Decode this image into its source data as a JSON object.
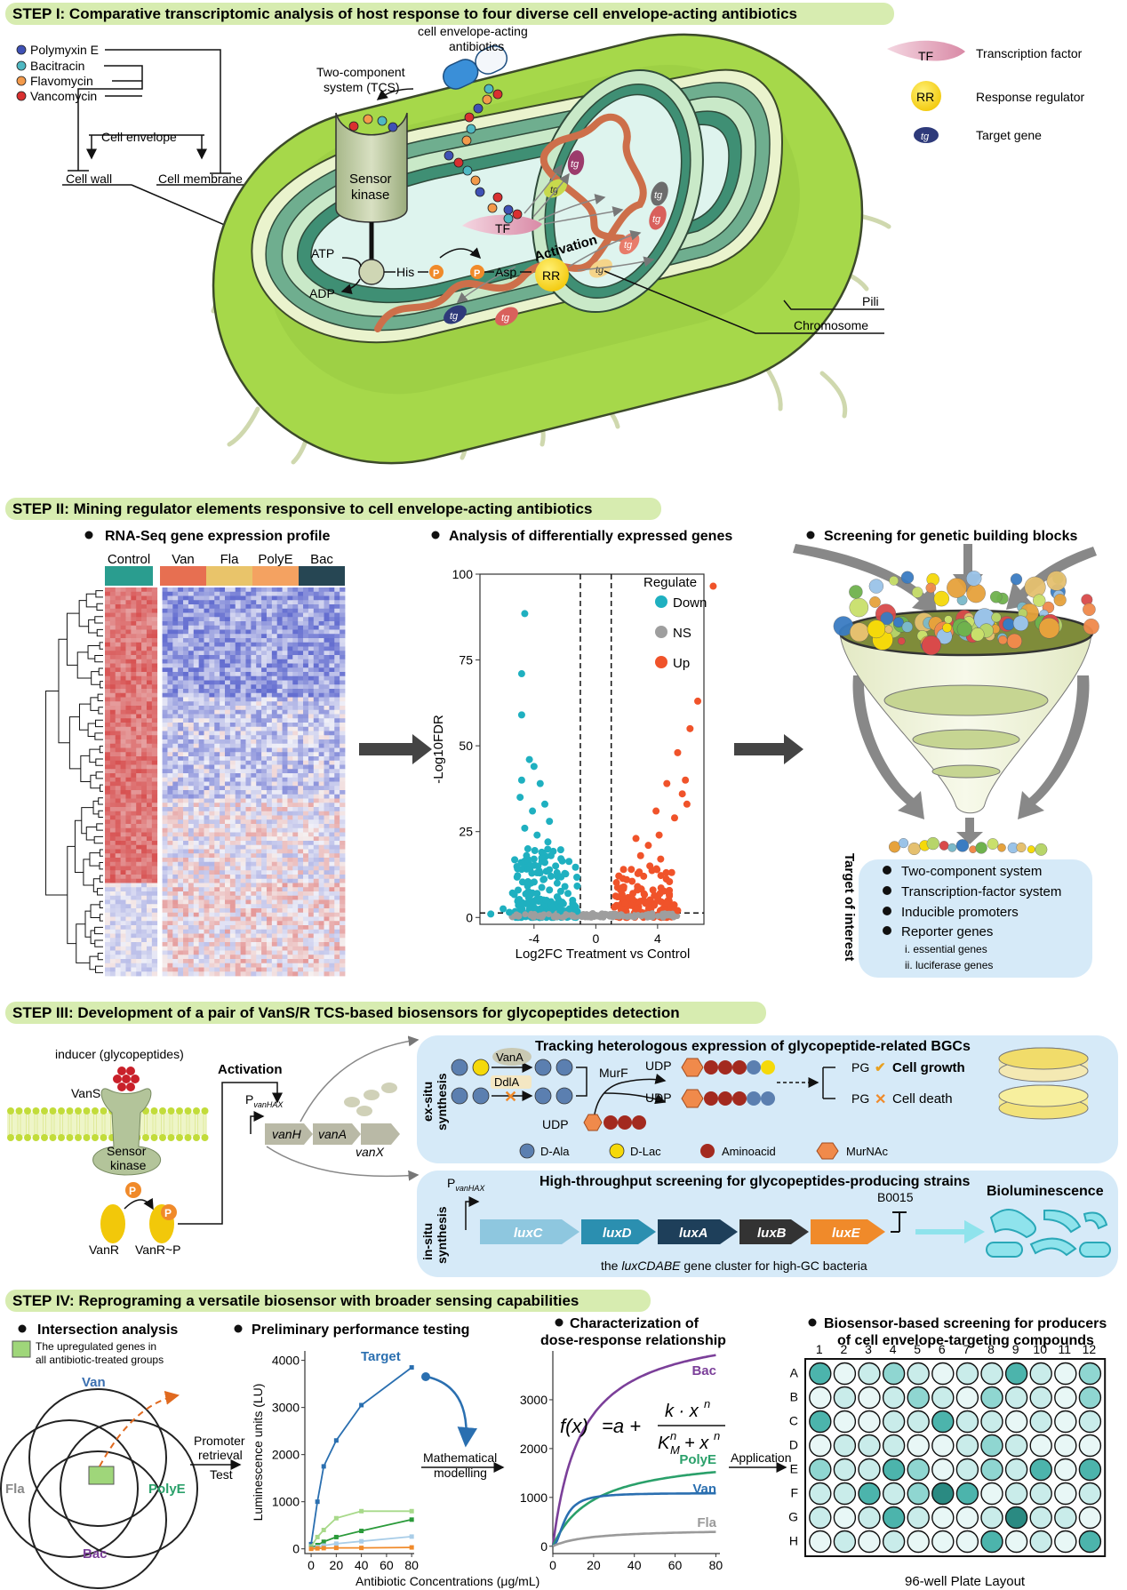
{
  "step1": {
    "title": "STEP I: Comparative transcriptomic analysis of host response to four diverse cell envelope-acting antibiotics",
    "antibiotics": [
      {
        "name": "Polymyxin E",
        "color": "#3f51b5"
      },
      {
        "name": "Bacitracin",
        "color": "#4fb8c2"
      },
      {
        "name": "Flavomycin",
        "color": "#f39a4b"
      },
      {
        "name": "Vancomycin",
        "color": "#d93030"
      }
    ],
    "cell_envelope": "Cell envelope",
    "cell_wall": "Cell wall",
    "cell_membrane": "Cell membrane",
    "tcs": "Two-component system (TCS)",
    "tcs_l1": "Two-component",
    "tcs_l2": "system (TCS)",
    "drug_l1": "cell envelope-acting",
    "drug_l2": "antibiotics",
    "sensor_l1": "Sensor",
    "sensor_l2": "kinase",
    "atp": "ATP",
    "adp": "ADP",
    "his": "His",
    "asp": "Asp",
    "p": "P",
    "rr": "RR",
    "tf": "TF",
    "tg": "tg",
    "activation": "Activation",
    "pili": "Pili",
    "chromosome": "Chromosome",
    "legend": [
      {
        "symbol": "TF",
        "label": "Transcription factor"
      },
      {
        "symbol": "RR",
        "label": "Response regulator"
      },
      {
        "symbol": "tg",
        "label": "Target gene"
      }
    ]
  },
  "step2": {
    "title": "STEP II: Mining regulator elements responsive to cell envelope-acting antibiotics",
    "heatmap": {
      "heading": "RNA-Seq gene expression profile",
      "groups": [
        {
          "label": "Control",
          "color": "#2a9d8f"
        },
        {
          "label": "Van",
          "color": "#e76f51"
        },
        {
          "label": "Fla",
          "color": "#e9c46a"
        },
        {
          "label": "PolyE",
          "color": "#f4a261"
        },
        {
          "label": "Bac",
          "color": "#264653"
        }
      ]
    },
    "volcano": {
      "heading": "Analysis of differentially expressed genes",
      "xlabel": "Log2FC Treatment vs Control",
      "ylabel": "-Log10FDR",
      "legend_title": "Regulate",
      "legend": [
        {
          "label": "Down",
          "color": "#1fb0c0"
        },
        {
          "label": "NS",
          "color": "#9e9e9e"
        },
        {
          "label": "Up",
          "color": "#f0532a"
        }
      ]
    },
    "screen": {
      "heading": "Screening for genetic building blocks",
      "target_label": "Target of interest",
      "items": [
        "Two-component system",
        "Transcription-factor system",
        "Inducible promoters",
        "Reporter genes"
      ],
      "subitems": [
        "i. essential genes",
        "ii. luciferase genes"
      ]
    }
  },
  "step3": {
    "title": "STEP III: Development of a pair of VanS/R TCS-based biosensors for glycopeptides detection",
    "inducer": "inducer (glycopeptides)",
    "vans": "VanS",
    "sensor_l1": "Sensor",
    "sensor_l2": "kinase",
    "vanr": "VanR",
    "vanrp": "VanR~P",
    "p": "P",
    "activation": "Activation",
    "promoter": "P",
    "promoter_sub": "vanHAX",
    "genes": [
      "vanH",
      "vanA",
      "vanX"
    ],
    "exsitu_l1": "ex-situ",
    "exsitu_l2": "synthesis",
    "insitu_l1": "in-situ",
    "insitu_l2": "synthesis",
    "track_title": "Tracking heterologous expression of glycopeptide-related BGCs",
    "vana": "VanA",
    "ddla": "DdlA",
    "murf": "MurF",
    "udp": "UDP",
    "pg": "PG",
    "growth": "Cell growth",
    "death": "Cell death",
    "legend": [
      {
        "label": "D-Ala",
        "color": "#5b7fb0"
      },
      {
        "label": "D-Lac",
        "color": "#f5d90a"
      },
      {
        "label": "Aminoacid",
        "color": "#a32a1f"
      },
      {
        "label": "MurNAc",
        "color": "#f08a4b"
      }
    ],
    "hts_title": "High-throughput screening for glycopeptides-producing strains",
    "lux_genes": [
      {
        "label": "luxC",
        "color": "#8ec7df"
      },
      {
        "label": "luxD",
        "color": "#2b8fb0"
      },
      {
        "label": "luxA",
        "color": "#1e3f5a"
      },
      {
        "label": "luxB",
        "color": "#333333"
      },
      {
        "label": "luxE",
        "color": "#f08a2a"
      }
    ],
    "terminator": "B0015",
    "bioluminescence": "Bioluminescence",
    "cluster_pre": "the ",
    "cluster_gene": "luxCDABE",
    "cluster_post": " gene cluster for high-GC bacteria"
  },
  "step4": {
    "title": "STEP IV: Reprograming a versatile biosensor with broader sensing capabilities",
    "venn": {
      "heading": "Intersection analysis",
      "legend_l1": "The upregulated genes in",
      "legend_l2": "all antibiotic-treated groups",
      "sets": [
        {
          "label": "Van",
          "color": "#3a6fb0"
        },
        {
          "label": "Fla",
          "color": "#888888"
        },
        {
          "label": "PolyE",
          "color": "#2aa06a"
        },
        {
          "label": "Bac",
          "color": "#7b3f99"
        }
      ],
      "arrow_l1": "Promoter",
      "arrow_l2": "retrieval",
      "arrow_l3": "Test"
    },
    "perf": {
      "heading": "Preliminary performance testing",
      "ylabel": "Luminescence units (LU)",
      "target": "Target",
      "arrow_l1": "Mathematical",
      "arrow_l2": "modelling"
    },
    "dose": {
      "heading_l1": "Characterization of",
      "heading_l2": "dose-response relationship",
      "xlabel": "Antibiotic Concentrations (μg/mL)",
      "arrow": "Application"
    },
    "plate": {
      "heading_l1": "Biosensor-based screening for producers",
      "heading_l2": "of cell envelope-targeting compounds",
      "cols": [
        "1",
        "2",
        "3",
        "4",
        "5",
        "6",
        "7",
        "8",
        "9",
        "10",
        "11",
        "12"
      ],
      "rows": [
        "A",
        "B",
        "C",
        "D",
        "E",
        "F",
        "G",
        "H"
      ],
      "footer": "96-well Plate Layout",
      "levels": [
        [
          3,
          0,
          1,
          2,
          1,
          0,
          1,
          1,
          3,
          1,
          0,
          2
        ],
        [
          0,
          1,
          0,
          1,
          2,
          1,
          0,
          2,
          1,
          1,
          0,
          2
        ],
        [
          3,
          0,
          0,
          1,
          1,
          3,
          1,
          1,
          0,
          1,
          0,
          1
        ],
        [
          0,
          1,
          1,
          1,
          0,
          0,
          1,
          2,
          1,
          0,
          0,
          0
        ],
        [
          2,
          1,
          1,
          3,
          2,
          0,
          1,
          2,
          1,
          3,
          0,
          3
        ],
        [
          1,
          1,
          3,
          1,
          2,
          4,
          3,
          0,
          1,
          1,
          0,
          1
        ],
        [
          1,
          0,
          1,
          3,
          1,
          0,
          0,
          1,
          4,
          1,
          1,
          0
        ],
        [
          0,
          1,
          0,
          1,
          0,
          0,
          0,
          3,
          0,
          1,
          0,
          3
        ]
      ]
    }
  },
  "chart_data": [
    {
      "type": "scatter",
      "title": "Analysis of differentially expressed genes",
      "xlabel": "Log2FC Treatment vs Control",
      "ylabel": "-Log10FDR",
      "xlim": [
        -7.5,
        7
      ],
      "ylim": [
        -2,
        100
      ],
      "xticks": [
        -4,
        0,
        4
      ],
      "yticks": [
        0,
        25,
        50,
        75,
        100
      ],
      "thresholds": {
        "x": [
          -1,
          1
        ],
        "y": 1.3
      },
      "series": [
        {
          "name": "Down",
          "points": [
            [
              -4.6,
              88.5
            ],
            [
              -4.8,
              71
            ],
            [
              -4.8,
              59
            ],
            [
              -4.3,
              46
            ],
            [
              -4.0,
              44
            ],
            [
              -4.8,
              40
            ],
            [
              -3.6,
              39
            ],
            [
              -4.9,
              35
            ],
            [
              -3.3,
              33
            ],
            [
              -4.1,
              31
            ],
            [
              -3.0,
              28
            ],
            [
              -4.6,
              26
            ],
            [
              -3.8,
              24
            ],
            [
              -3.1,
              22
            ],
            [
              -4.4,
              20
            ],
            [
              -3.5,
              19
            ],
            [
              -2.9,
              18
            ],
            [
              -4.0,
              17
            ],
            [
              -3.3,
              16
            ],
            [
              -2.6,
              15
            ],
            [
              -4.8,
              14
            ],
            [
              -3.8,
              13
            ],
            [
              -2.9,
              12
            ],
            [
              -3.4,
              11
            ],
            [
              -2.5,
              10
            ],
            [
              -4.2,
              10
            ],
            [
              -2.0,
              9
            ],
            [
              -3.0,
              8
            ],
            [
              -1.8,
              7
            ],
            [
              -3.8,
              7
            ],
            [
              -2.5,
              6
            ],
            [
              -1.5,
              5
            ],
            [
              -3.2,
              5
            ],
            [
              -2.1,
              4
            ],
            [
              -4.5,
              4
            ],
            [
              -1.3,
              3
            ],
            [
              -2.8,
              3
            ],
            [
              -1.7,
              2.5
            ],
            [
              -3.6,
              2.5
            ],
            [
              -6.0,
              2.5
            ],
            [
              -5.6,
              1.5
            ],
            [
              -6.8,
              1
            ],
            [
              -2.3,
              1.8
            ],
            [
              -1.2,
              1.8
            ]
          ]
        },
        {
          "name": "NS",
          "points": [
            [
              -0.9,
              0.3
            ],
            [
              -0.6,
              0.8
            ],
            [
              -0.3,
              0.1
            ],
            [
              0,
              0.6
            ],
            [
              0.3,
              0.2
            ],
            [
              0.6,
              0.9
            ],
            [
              0.9,
              0.4
            ],
            [
              -0.5,
              0.2
            ],
            [
              0.4,
              1.0
            ],
            [
              -0.2,
              1.1
            ],
            [
              0.2,
              0.5
            ],
            [
              1.5,
              0.4
            ],
            [
              -1.5,
              0.5
            ],
            [
              2.5,
              0.2
            ],
            [
              -2.5,
              0.3
            ],
            [
              3.5,
              0.3
            ],
            [
              -3.5,
              0.2
            ],
            [
              5.0,
              0.4
            ],
            [
              -5.0,
              0.4
            ]
          ]
        },
        {
          "name": "Up",
          "points": [
            [
              7.6,
              96.5
            ],
            [
              6.6,
              63
            ],
            [
              6.1,
              55
            ],
            [
              5.3,
              48
            ],
            [
              5.8,
              40
            ],
            [
              4.6,
              39
            ],
            [
              5.6,
              36
            ],
            [
              5.9,
              33
            ],
            [
              3.9,
              31
            ],
            [
              5.1,
              29
            ],
            [
              4.1,
              24
            ],
            [
              2.6,
              23
            ],
            [
              3.4,
              21
            ],
            [
              2.9,
              18
            ],
            [
              4.2,
              17
            ],
            [
              3.5,
              15
            ],
            [
              2.3,
              14
            ],
            [
              3.1,
              12
            ],
            [
              2.0,
              11
            ],
            [
              2.7,
              9
            ],
            [
              1.6,
              8
            ],
            [
              3.7,
              8
            ],
            [
              2.4,
              7
            ],
            [
              1.4,
              6
            ],
            [
              3.1,
              5
            ],
            [
              1.9,
              4
            ],
            [
              4.6,
              4
            ],
            [
              1.2,
              3
            ],
            [
              2.6,
              2.5
            ],
            [
              5.3,
              2
            ]
          ]
        }
      ]
    },
    {
      "type": "line",
      "title": "Preliminary performance testing",
      "xlabel": "Antibiotic Concentrations (μg/mL)",
      "ylabel": "Luminescence units (LU)",
      "xlim": [
        -5,
        82
      ],
      "ylim": [
        -100,
        4200
      ],
      "xticks": [
        0,
        20,
        40,
        60,
        80
      ],
      "yticks": [
        0,
        1000,
        2000,
        3000,
        4000
      ],
      "x": [
        0,
        5,
        10,
        20,
        40,
        80
      ],
      "series": [
        {
          "name": "Target",
          "color": "#2a6fb0",
          "values": [
            100,
            1000,
            1750,
            2300,
            3050,
            3850
          ]
        },
        {
          "name": "",
          "color": "#a8d98a",
          "values": [
            50,
            250,
            400,
            650,
            800,
            800
          ]
        },
        {
          "name": "",
          "color": "#2a9a3a",
          "values": [
            20,
            80,
            150,
            250,
            380,
            620
          ]
        },
        {
          "name": "",
          "color": "#a9cde8",
          "values": [
            10,
            40,
            70,
            110,
            160,
            260
          ]
        },
        {
          "name": "",
          "color": "#f08a2a",
          "values": [
            0,
            10,
            15,
            20,
            20,
            30
          ]
        }
      ]
    },
    {
      "type": "line",
      "title": "Characterization of dose-response relationship",
      "xlabel": "Antibiotic Concentrations (μg/mL)",
      "xlim": [
        0,
        82
      ],
      "ylim": [
        -150,
        4000
      ],
      "xticks": [
        0,
        20,
        40,
        60,
        80
      ],
      "yticks": [
        0,
        1000,
        2000,
        3000
      ],
      "equation": "f(x) = a + k·x^n / (K_M^n + x^n)",
      "series": [
        {
          "name": "Bac",
          "color": "#7b3f99",
          "a": 0,
          "k": 4600,
          "K": 14,
          "n": 1
        },
        {
          "name": "PolyE",
          "color": "#2aa06a",
          "a": 0,
          "k": 1900,
          "K": 20,
          "n": 1
        },
        {
          "name": "Van",
          "color": "#2a6fb0",
          "a": 0,
          "k": 1090,
          "K": 6,
          "n": 2
        },
        {
          "name": "Fla",
          "color": "#9a9a9a",
          "a": 0,
          "k": 360,
          "K": 18,
          "n": 1
        }
      ]
    }
  ]
}
